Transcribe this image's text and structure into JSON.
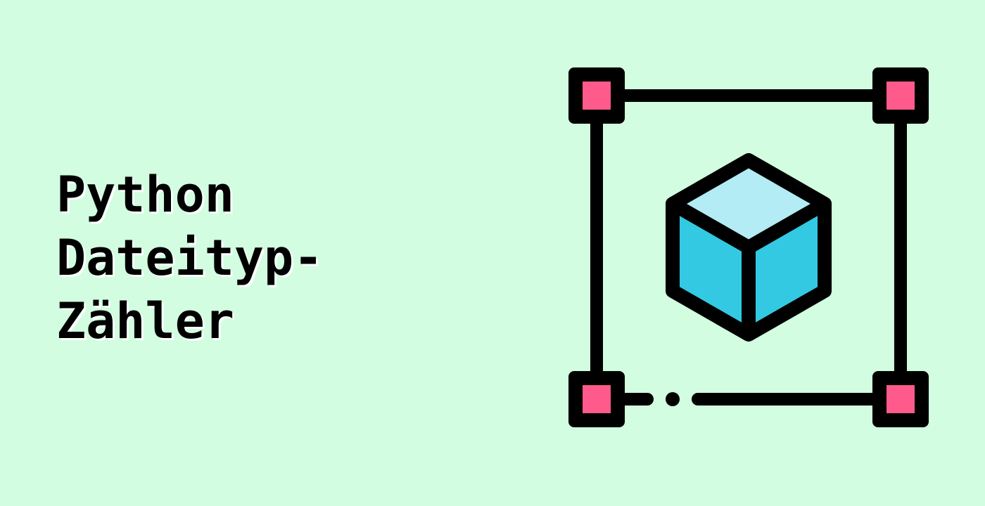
{
  "title": {
    "lines": [
      "Python",
      "Dateityp-",
      "Zähler"
    ]
  },
  "colors": {
    "background": "#d2fde0",
    "text": "#000000",
    "outline": "#000000",
    "handle": "#ff5a8c",
    "cube_top": "#b3ecf5",
    "cube_side": "#33c9e2"
  },
  "icon": "bounding-box-cube-icon"
}
